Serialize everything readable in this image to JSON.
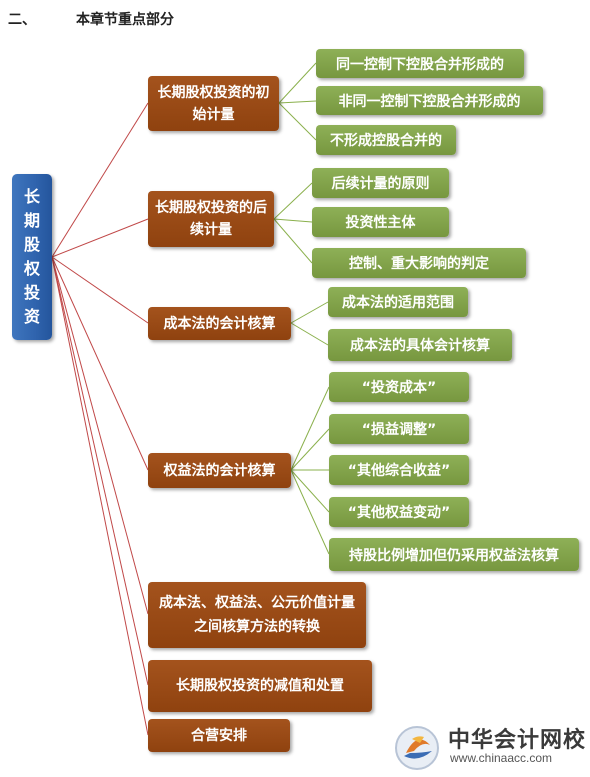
{
  "heading": {
    "number": "二、",
    "title": "本章节重点部分"
  },
  "root": {
    "label": "长期股权投资"
  },
  "branches": [
    {
      "label": "长期股权投资的初始计量",
      "children": [
        "同一控制下控股合并形成的",
        "非同一控制下控股合并形成的",
        "不形成控股合并的"
      ]
    },
    {
      "label": "长期股权投资的后续计量",
      "children": [
        "后续计量的原则",
        "投资性主体",
        "控制、重大影响的判定"
      ]
    },
    {
      "label": "成本法的会计核算",
      "children": [
        "成本法的适用范围",
        "成本法的具体会计核算"
      ]
    },
    {
      "label": "权益法的会计核算",
      "children": [
        "“投资成本”",
        "“损益调整”",
        "“其他综合收益”",
        "“其他权益变动”",
        "持股比例增加但仍采用权益法核算"
      ]
    },
    {
      "label": "成本法、权益法、公元价值计量之间核算方法的转换",
      "children": []
    },
    {
      "label": "长期股权投资的减值和处置",
      "children": []
    },
    {
      "label": "合营安排",
      "children": []
    }
  ],
  "watermark": {
    "name": "中华会计网校",
    "url": "www.chinaacc.com"
  },
  "colors": {
    "root": "#2f63ad",
    "branch": "#9a4a16",
    "leaf": "#7e9f47",
    "root_line": "#c04848",
    "leaf_line": "#8ab04c"
  }
}
